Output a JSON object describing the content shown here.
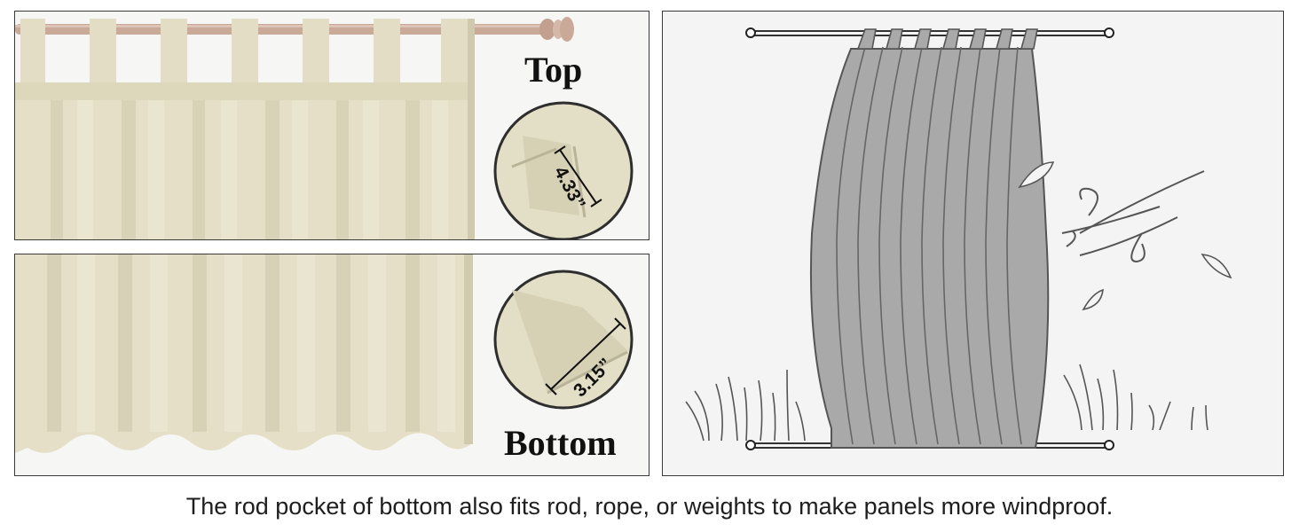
{
  "top_panel": {
    "label": "Top",
    "measurement": "4.33”"
  },
  "bottom_panel": {
    "label": "Bottom",
    "measurement": "3.15”"
  },
  "caption": "The rod pocket of bottom also fits rod, rope, or weights to make panels more windproof.",
  "colors": {
    "fabric": "#e4dfc6",
    "fabric_shadow": "#d2ccb1",
    "rod": "#c9a998",
    "sketch_curtain": "#a9a9a9",
    "sketch_line": "#555555"
  }
}
